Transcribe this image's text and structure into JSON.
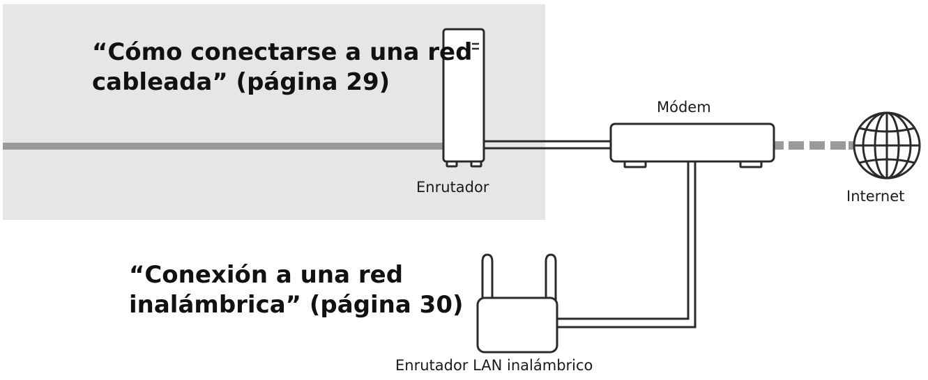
{
  "wired_section": {
    "title_line1": "“Cómo conectarse a una red",
    "title_line2": "cableada” (página 29)"
  },
  "wireless_section": {
    "title_line1": "“Conexión a una red",
    "title_line2": "inalámbrica” (página 30)"
  },
  "devices": {
    "router": "Enrutador",
    "modem": "Módem",
    "internet": "Internet",
    "wireless_router": "Enrutador LAN inalámbrico"
  },
  "colors": {
    "panel": "#e6e6e8",
    "cable": "#9a9a9a",
    "outline": "#2a2a2a"
  },
  "icons": [
    "tower-router-icon",
    "modem-icon",
    "globe-icon",
    "wireless-router-icon"
  ]
}
